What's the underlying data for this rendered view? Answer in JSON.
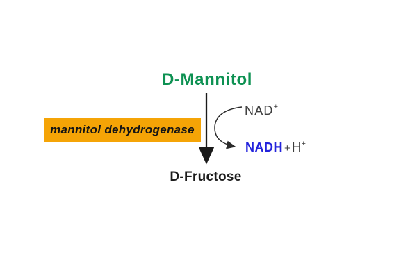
{
  "reaction": {
    "substrate": "D-Mannitol",
    "product": "D-Fructose",
    "enzyme": "mannitol dehydrogenase",
    "cofactor_in": {
      "name": "NAD",
      "charge": "+"
    },
    "cofactor_out": {
      "name": "NADH",
      "plus_sign": "+",
      "proton": "H",
      "proton_charge": "+"
    }
  },
  "palette": {
    "substrate_green": "#0d9152",
    "enzyme_box_orange": "#f5a406",
    "nadh_blue": "#2323dc",
    "cofactor_gray": "#3d3d3d",
    "arrow_black": "#1a1a1a"
  }
}
